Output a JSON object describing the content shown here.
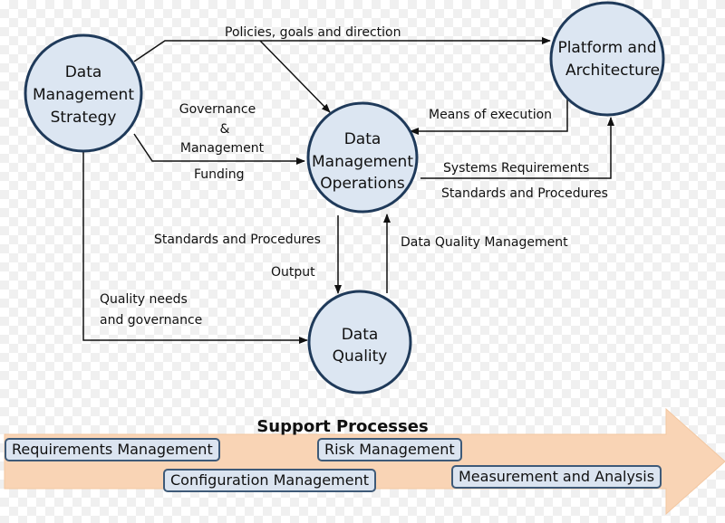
{
  "nodes": {
    "strategy": [
      "Data",
      "Management",
      "Strategy"
    ],
    "platform": [
      "Platform and",
      "Architecture"
    ],
    "operations": [
      "Data",
      "Management",
      "Operations"
    ],
    "quality": [
      "Data",
      "Quality"
    ]
  },
  "labels": {
    "policies": "Policies, goals and direction",
    "governance": [
      "Governance",
      "&",
      "Management"
    ],
    "funding": "Funding",
    "means": "Means of execution",
    "systems_req": "Systems Requirements",
    "standards_right": "Standards and Procedures",
    "standards_left": "Standards and Procedures",
    "output": "Output",
    "dq_mgmt": "Data Quality Management",
    "quality_needs": [
      "Quality needs",
      "and governance"
    ]
  },
  "support": {
    "title": "Support Processes",
    "processes": [
      "Requirements Management",
      "Risk Management",
      "Configuration Management",
      "Measurement and Analysis"
    ]
  },
  "colors": {
    "node_fill": "#dce6f2",
    "node_stroke": "#1f3a5a",
    "arrow_band": "#f9d4b5",
    "box_fill": "#dbe4f0",
    "box_border": "#3e5a78"
  }
}
